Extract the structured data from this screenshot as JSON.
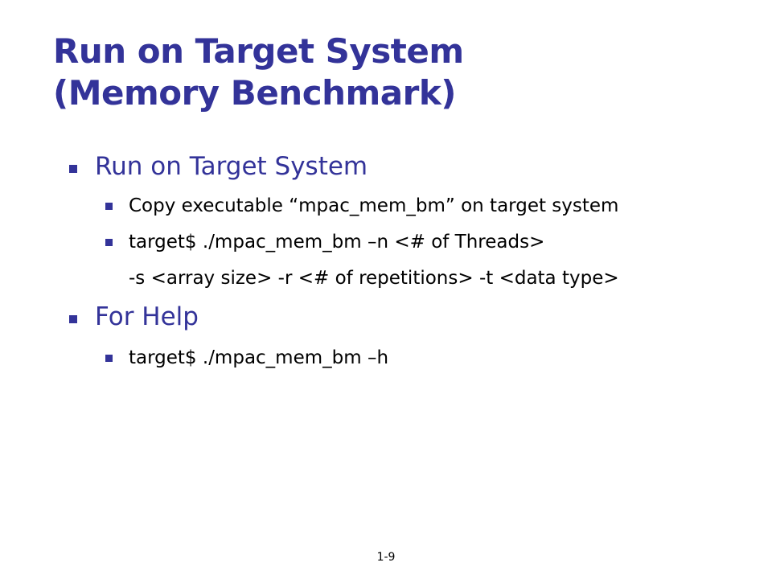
{
  "slide": {
    "title_line1": "Run on Target System",
    "title_line2": "(Memory Benchmark)",
    "bullets": [
      {
        "text": "Run on Target System",
        "sub": [
          "Copy executable “mpac_mem_bm” on target system",
          "target$ ./mpac_mem_bm –n <# of Threads>",
          "-s <array size> -r <# of repetitions> -t <data type>"
        ]
      },
      {
        "text": "For Help",
        "sub": [
          "target$ ./mpac_mem_bm –h"
        ]
      }
    ],
    "page_number": "1-9"
  },
  "colors": {
    "title": "#333399",
    "level1_text": "#333399",
    "level2_text": "#000000",
    "bullet": "#333399"
  }
}
